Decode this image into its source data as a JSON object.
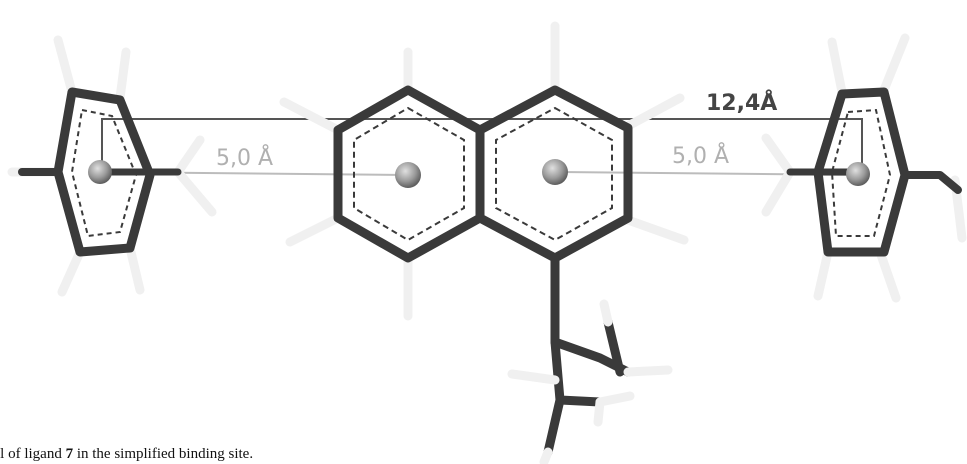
{
  "labels": {
    "total_distance": "12,4Å",
    "left_distance": "5,0 Å",
    "right_distance": "5,0 Å"
  },
  "caption": {
    "prefix": "del of ligand ",
    "ligand_number": "7",
    "suffix": " in the simplified binding site."
  },
  "colors": {
    "bond_dark": "#3a3a3a",
    "bond_mid": "#5a5a5a",
    "hydrogen": "#f2f2f2",
    "centroid": "#8c8c8c",
    "measure_light": "#b4b4b4",
    "measure_dark": "#555555"
  }
}
